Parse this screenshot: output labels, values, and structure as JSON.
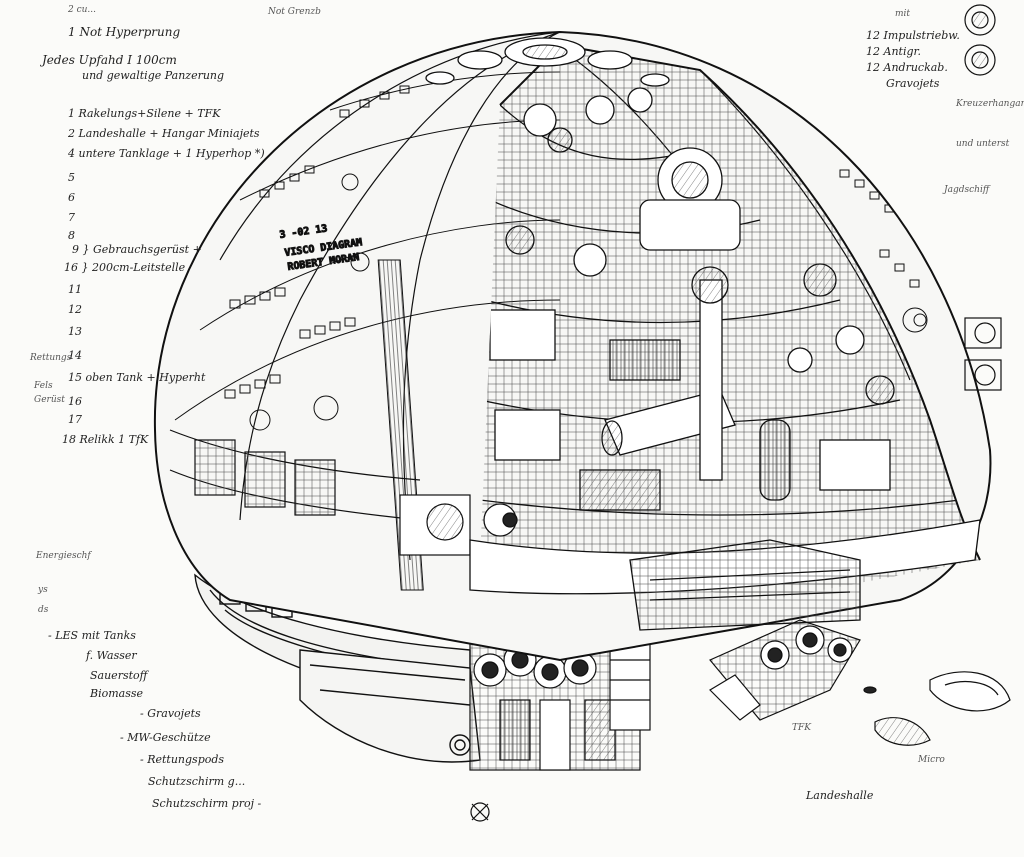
{
  "hull_markings": {
    "number": "3 -02 13",
    "line1": "VISCO DIAGRAM",
    "line2": "ROBERT MORAN"
  },
  "notes_left": [
    {
      "id": "n1",
      "text": "2 cu..."
    },
    {
      "id": "n2",
      "text": "1 Not Hyperprung"
    },
    {
      "id": "n3",
      "text": "Jedes Upfahd I 100cm"
    },
    {
      "id": "n4",
      "text": "und gewaltige Panzerung"
    },
    {
      "id": "n5",
      "text": "1 Rakelungs+Silene + TFK"
    },
    {
      "id": "n6",
      "text": "2 Landeshalle + Hangar Miniajets"
    },
    {
      "id": "n7",
      "text": "4 untere Tanklage + 1 Hyperhop *)"
    },
    {
      "id": "n8",
      "text": "5"
    },
    {
      "id": "n9",
      "text": "6"
    },
    {
      "id": "n10",
      "text": "7"
    },
    {
      "id": "n11",
      "text": "8"
    },
    {
      "id": "n12",
      "text": "9 } Gebrauchsgerüst +"
    },
    {
      "id": "n13",
      "text": "16 } 200cm-Leitstelle"
    },
    {
      "id": "n14",
      "text": "11"
    },
    {
      "id": "n15",
      "text": "12"
    },
    {
      "id": "n16",
      "text": "13"
    },
    {
      "id": "n17",
      "text": "14"
    },
    {
      "id": "n18",
      "text": "15 oben Tank + Hyperht"
    },
    {
      "id": "n19",
      "text": "16"
    },
    {
      "id": "n20",
      "text": "17"
    },
    {
      "id": "n21",
      "text": "18 Relikk 1 TfK"
    },
    {
      "id": "n22",
      "text": "Rettungs"
    },
    {
      "id": "n23",
      "text": "Fels"
    },
    {
      "id": "n24",
      "text": "Gerüst"
    },
    {
      "id": "n25",
      "text": "Energieschf"
    },
    {
      "id": "n26",
      "text": "ys"
    },
    {
      "id": "n27",
      "text": "ds"
    },
    {
      "id": "n28",
      "text": "- LES mit Tanks"
    },
    {
      "id": "n29",
      "text": "f. Wasser"
    },
    {
      "id": "n30",
      "text": "Sauerstoff"
    },
    {
      "id": "n31",
      "text": "Biomasse"
    },
    {
      "id": "n32",
      "text": "- Gravojets"
    },
    {
      "id": "n33",
      "text": "- MW-Geschütze"
    },
    {
      "id": "n34",
      "text": "- Rettungspods"
    },
    {
      "id": "n35",
      "text": "Schutzschirm g..."
    },
    {
      "id": "n36",
      "text": "Schutzschirm proj -"
    }
  ],
  "notes_right": [
    {
      "id": "r1",
      "text": "mit"
    },
    {
      "id": "r2",
      "text": "12 Impulstriebw."
    },
    {
      "id": "r3",
      "text": "12 Antigr."
    },
    {
      "id": "r4",
      "text": "12 Andruckab."
    },
    {
      "id": "r5",
      "text": "Gravojets"
    },
    {
      "id": "r6",
      "text": "Kreuzerhangar"
    },
    {
      "id": "r7",
      "text": "und unterst"
    },
    {
      "id": "r8",
      "text": "Jagdschiff"
    },
    {
      "id": "r9",
      "text": "TFK"
    },
    {
      "id": "r10",
      "text": "Micro"
    },
    {
      "id": "r11",
      "text": "Landeshalle"
    },
    {
      "id": "r12",
      "text": "Not Grenzb"
    }
  ]
}
